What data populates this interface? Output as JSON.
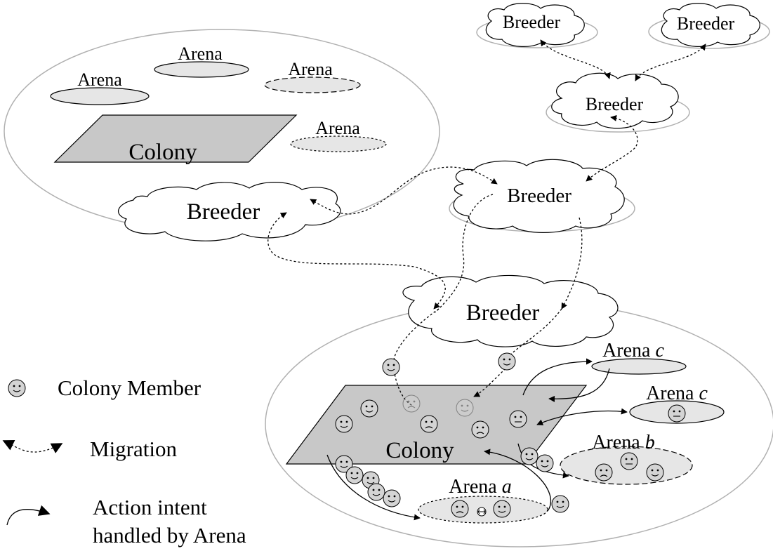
{
  "labels": {
    "arena": "Arena",
    "colony": "Colony",
    "breeder": "Breeder",
    "arena_a_prefix": "Arena ",
    "arena_a_letter": "a",
    "arena_b_prefix": "Arena ",
    "arena_b_letter": "b",
    "arena_c_prefix": "Arena ",
    "arena_c_letter": "c"
  },
  "legend": {
    "member": "Colony Member",
    "migration": "Migration",
    "action_line1": "Action intent",
    "action_line2": "handled by Arena"
  },
  "colors": {
    "colony_fill": "#c8c8c8",
    "arena_fill": "#e6e6e6",
    "face_fill": "#d4d4d4",
    "outline": "#000000",
    "world_outline": "#b0b0b0"
  }
}
